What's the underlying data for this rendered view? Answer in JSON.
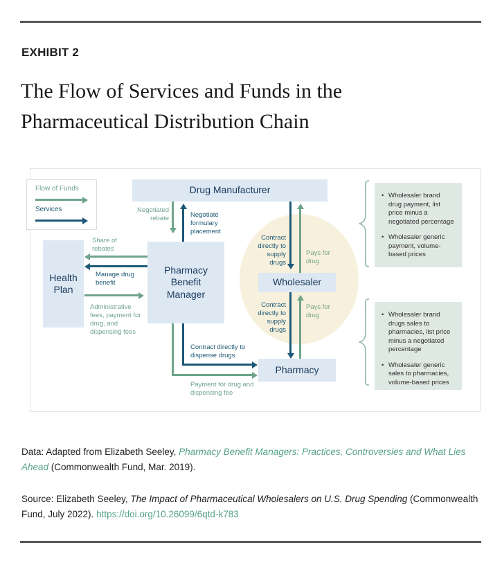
{
  "exhibit_label": "EXHIBIT 2",
  "title_lines": [
    "The Flow of Services and Funds in the",
    "Pharmaceutical Distribution Chain"
  ],
  "legend": {
    "funds": "Flow of Funds",
    "services": "Services"
  },
  "nodes": {
    "drug_manufacturer": "Drug Manufacturer",
    "health_plan": "Health Plan",
    "pbm": "Pharmacy Benefit Manager",
    "wholesaler": "Wholesaler",
    "pharmacy": "Pharmacy"
  },
  "flows": {
    "negotiated_rebate": "Negotiated rebate",
    "negotiate_formulary_placement": "Negotiate formulary placement",
    "share_of_rebates": "Share of rebates",
    "manage_drug_benefit": "Manage drug benefit",
    "administrative_fees": "Administrative fees, payment for drug, and dispensing fees",
    "contract_supply_manufacturer": "Contract directly to supply drugs",
    "pays_for_drug_manufacturer": "Pays for drug",
    "contract_supply_pharmacy": "Contract directly to supply drugs",
    "pays_for_drug_pharmacy": "Pays for drug",
    "contract_dispense": "Contract directly to dispense drugs",
    "payment_drug_dispensing": "Payment for drug and dispensing fee"
  },
  "notes": {
    "wholesaler_manufacturer": [
      "Wholesaler brand drug payment, list price minus a negotiated percentage",
      "Wholesaler generic payment, volume-based prices"
    ],
    "wholesaler_pharmacy": [
      "Wholesaler brand drugs sales to pharmacies, list price minus a negotiated percentage",
      "Wholesaler generic sales to pharmacies, volume-based prices"
    ]
  },
  "footer": {
    "data_prefix": "Data: Adapted from Elizabeth Seeley, ",
    "data_citation_italic": "Pharmacy Benefit Managers: Practices, Controversies and What Lies Ahead",
    "data_suffix": " (Commonwealth Fund, Mar. 2019).",
    "source_prefix": "Source: Elizabeth Seeley, ",
    "source_citation_italic": "The Impact of Pharmaceutical Wholesalers on U.S. Drug Spending",
    "source_suffix": " (Commonwealth Fund, July 2022). ",
    "doi_link": "https://doi.org/10.26099/6qtd-k783"
  },
  "colors": {
    "funds_green": "#6FA48B",
    "services_teal": "#1D5876",
    "node_fill_blue": "#DDE8F3",
    "node_text_navy": "#17395C",
    "circle_beige": "#F7F0DC",
    "note_fill_green": "#DFE9E3",
    "link_teal": "#55A18C"
  }
}
